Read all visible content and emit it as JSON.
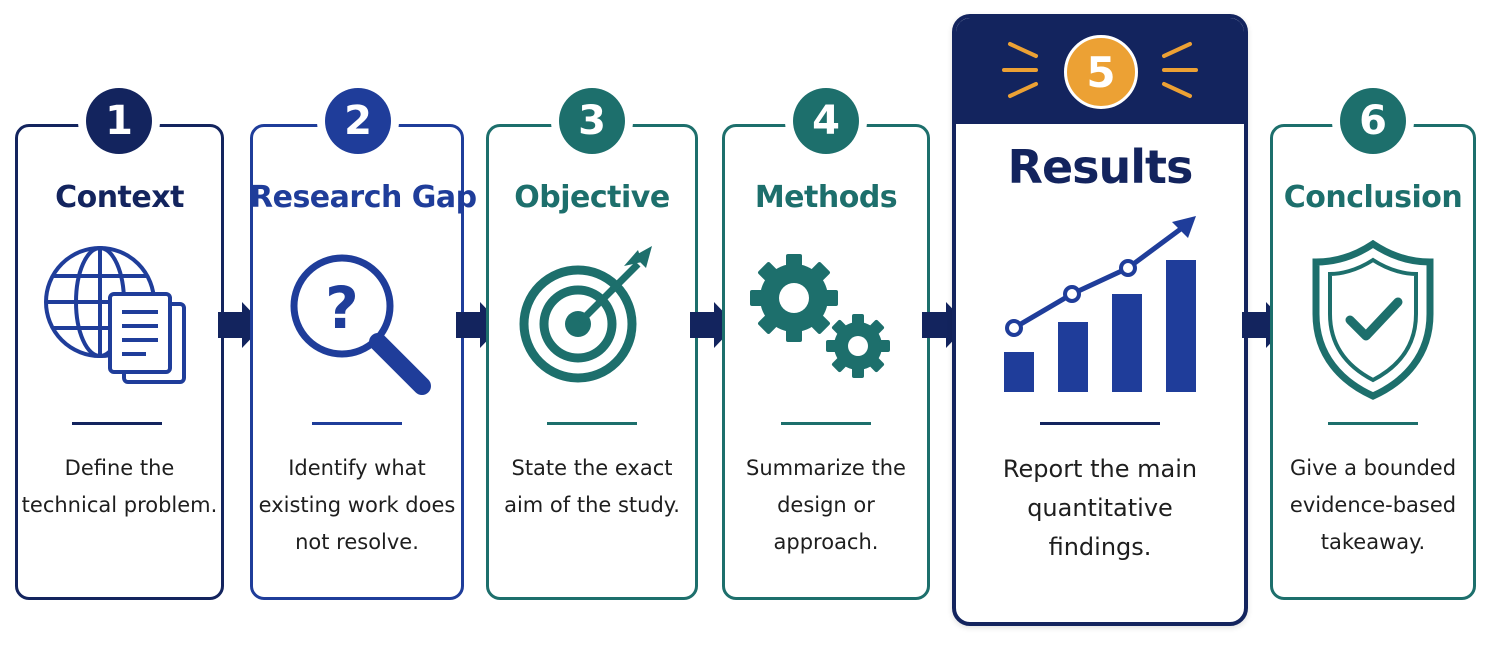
{
  "steps": [
    {
      "number": "1",
      "title": "Context",
      "description": "Define the\ntechnical problem.",
      "color": "#13245e",
      "icon": "globe-document-icon"
    },
    {
      "number": "2",
      "title": "Research Gap",
      "description": "Identify what\nexisting work does\nnot resolve.",
      "color": "#1f3d9a",
      "icon": "magnifier-question-icon"
    },
    {
      "number": "3",
      "title": "Objective",
      "description": "State the exact\naim of the study.",
      "color": "#1d6f6c",
      "icon": "target-arrow-icon"
    },
    {
      "number": "4",
      "title": "Methods",
      "description": "Summarize the\ndesign or\napproach.",
      "color": "#1d6f6c",
      "icon": "gears-icon"
    },
    {
      "number": "5",
      "title": "Results",
      "description": "Report the main\nquantitative\nfindings.",
      "color": "#13245e",
      "icon": "bar-chart-trend-icon",
      "highlight_color": "#eca134"
    },
    {
      "number": "6",
      "title": "Conclusion",
      "description": "Give a bounded\nevidence-based\ntakeaway.",
      "color": "#1d6f6c",
      "icon": "shield-check-icon"
    }
  ],
  "arrow_color": "#13245e",
  "connector_icon": "arrow-right-icon"
}
